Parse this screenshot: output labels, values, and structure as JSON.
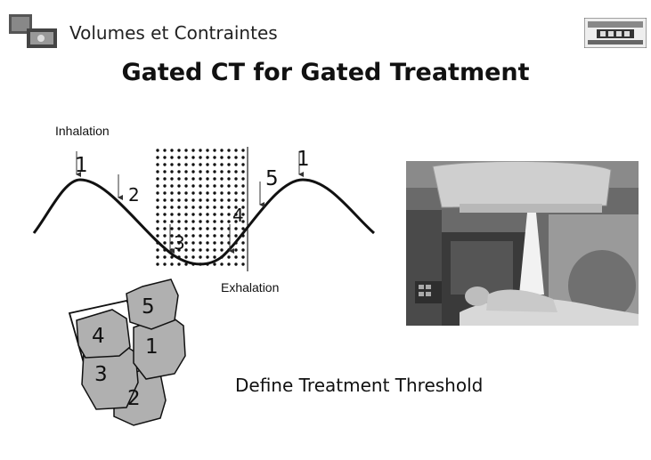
{
  "header": {
    "title": "Volumes et Contraintes"
  },
  "slide": {
    "title": "Gated CT for Gated Treatment"
  },
  "curve": {
    "label_top": "Inhalation",
    "label_bottom": "Exhalation",
    "phase_labels": [
      "1",
      "2",
      "3",
      "4",
      "5",
      "1"
    ]
  },
  "tumor": {
    "labels": [
      "5",
      "4",
      "1",
      "3",
      "2"
    ]
  },
  "caption": "Define Treatment Threshold",
  "colors": {
    "text": "#111111",
    "shape_fill": "#b0b0b0",
    "photo_bg": "#6a6a6a"
  },
  "icons": [
    "logo-left",
    "logo-right",
    "linac-photo"
  ]
}
